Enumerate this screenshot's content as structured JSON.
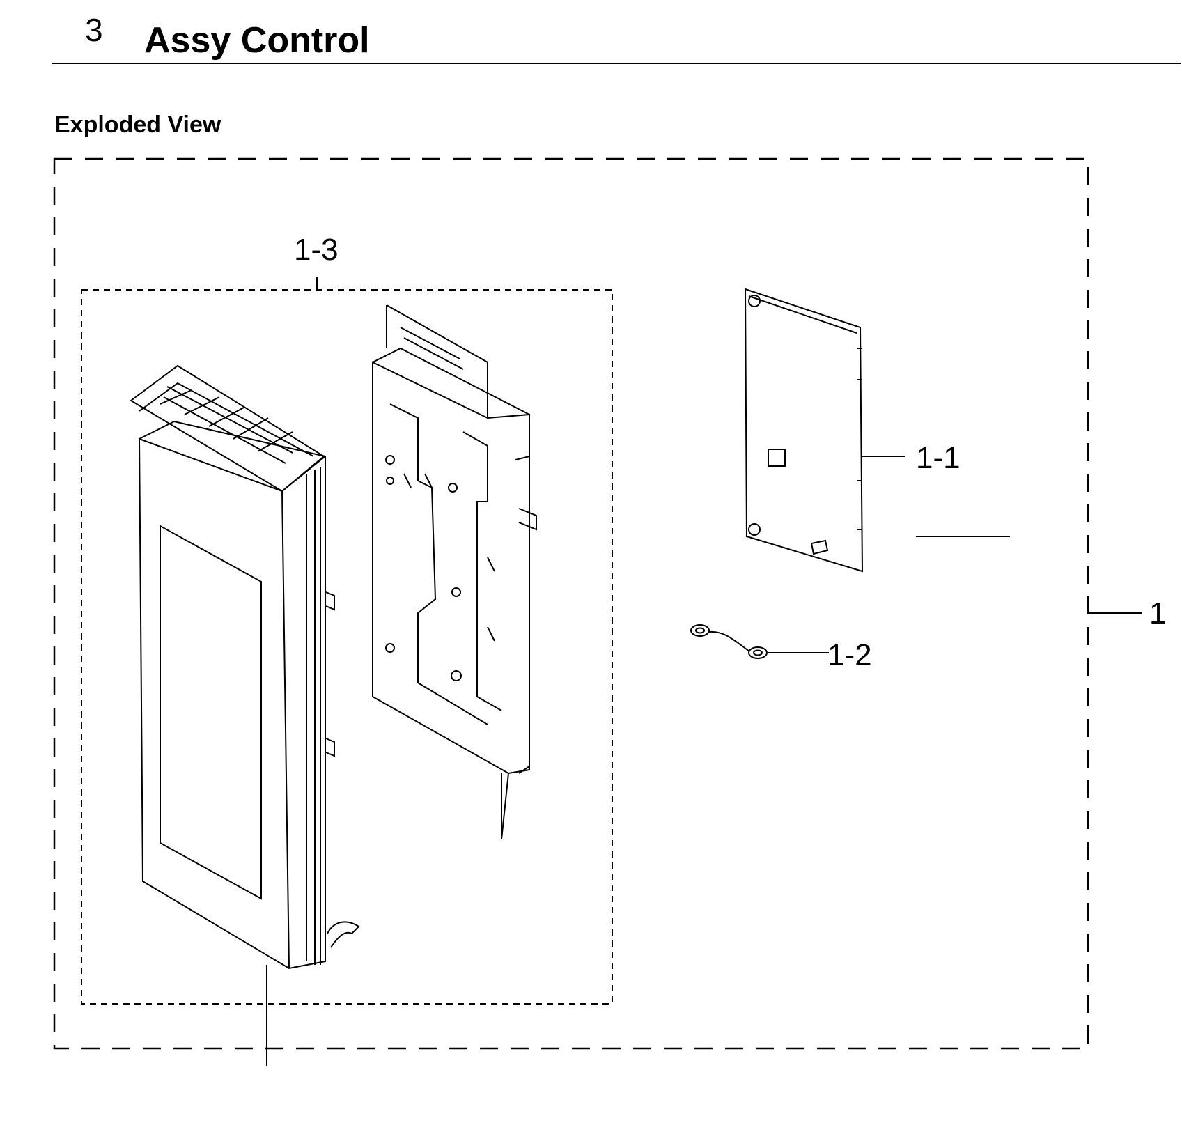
{
  "header": {
    "section_number": "3",
    "title": "Assy Control"
  },
  "view": {
    "subtitle": "Exploded View"
  },
  "callouts": {
    "assembly": "1",
    "pcb": "1-1",
    "wire": "1-2",
    "panel_group": "1-3"
  }
}
